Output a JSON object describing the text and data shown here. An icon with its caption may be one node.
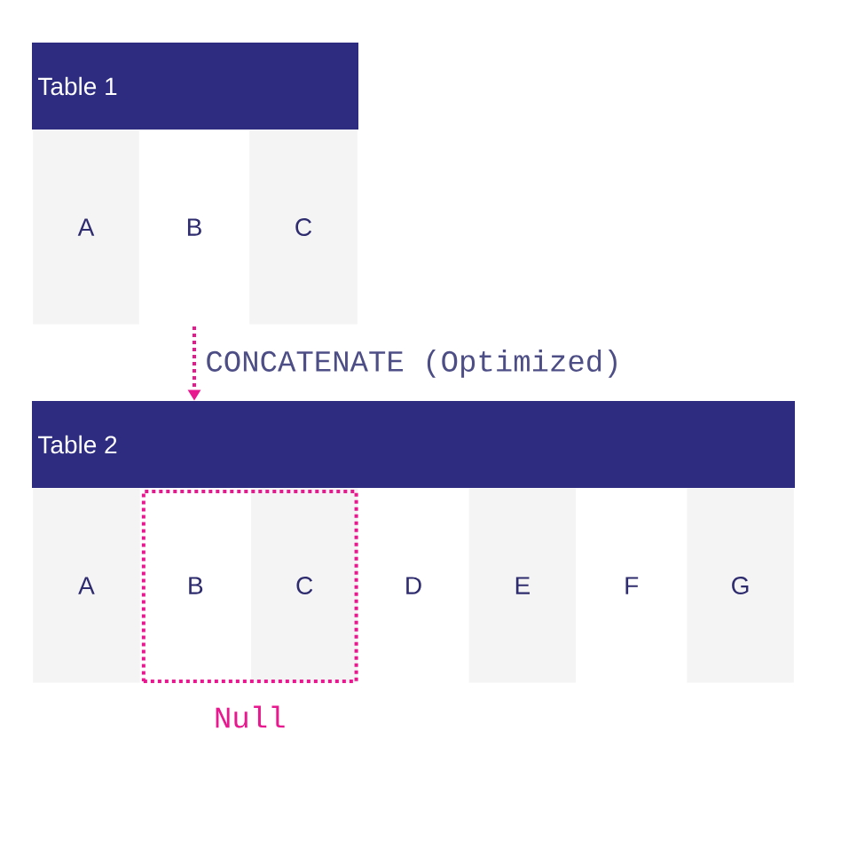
{
  "diagram": {
    "nodes": [
      {
        "text": [
          "Table 1"
        ]
      },
      {
        "text": [
          "A"
        ]
      },
      {
        "text": [
          "B"
        ]
      },
      {
        "text": [
          "C"
        ]
      },
      {
        "text": [
          "Table 2"
        ]
      },
      {
        "text": [
          "Null"
        ]
      },
      {
        "text": [
          "A"
        ]
      },
      {
        "text": [
          "B"
        ],
        "in": 5
      },
      {
        "text": [
          "C"
        ],
        "in": 5
      },
      {
        "text": [
          "D"
        ]
      },
      {
        "text": [
          "E"
        ]
      },
      {
        "text": [
          "F"
        ]
      },
      {
        "text": [
          "G"
        ]
      }
    ],
    "edges": [
      {
        "from": null,
        "to": 4,
        "arrow": "to",
        "style": "dashed",
        "color": "#e8198f",
        "label": "CONCATENATE (Optimized)"
      }
    ]
  }
}
